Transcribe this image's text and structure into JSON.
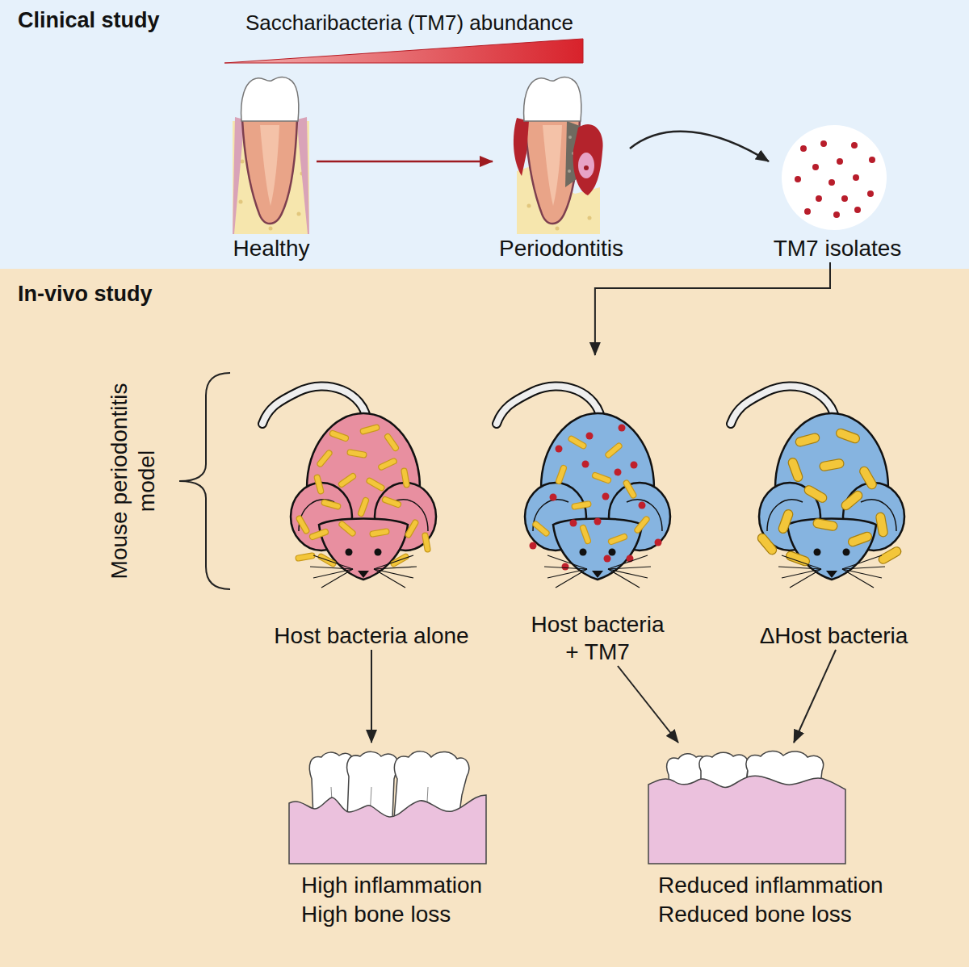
{
  "diagram": {
    "nodes": [
      {
        "text": [
          "Clinical study"
        ]
      },
      {
        "text": [
          "Healthy"
        ],
        "in": 0
      },
      {
        "text": [
          "Periodontitis"
        ],
        "in": 0
      },
      {
        "text": [
          "TM7 isolates"
        ],
        "in": 0
      },
      {
        "text": [
          "In-vivo study"
        ]
      },
      {
        "text": [
          "Host bacteria alone"
        ],
        "in": 4
      },
      {
        "text": [
          "Host bacteria + TM7"
        ],
        "in": 4
      },
      {
        "text": [
          "ΔHost bacteria"
        ],
        "in": 4
      },
      {
        "text": [
          "High inflammation",
          "High bone loss"
        ],
        "in": 4
      },
      {
        "text": [
          "Reduced inflammation",
          "Reduced bone loss"
        ],
        "in": 4
      }
    ],
    "edges": [
      {
        "from": 1,
        "to": 2,
        "arrow": "to"
      },
      {
        "from": 2,
        "to": 3,
        "arrow": "to"
      },
      {
        "from": 3,
        "to": 6,
        "arrow": "to"
      },
      {
        "from": 5,
        "to": 8,
        "arrow": "to"
      },
      {
        "from": 6,
        "to": 9,
        "arrow": "to"
      },
      {
        "from": 7,
        "to": 9,
        "arrow": "to"
      }
    ],
    "labels": [
      "Saccharibacteria (TM7) abundance",
      "Mouse periodontitis model"
    ]
  }
}
